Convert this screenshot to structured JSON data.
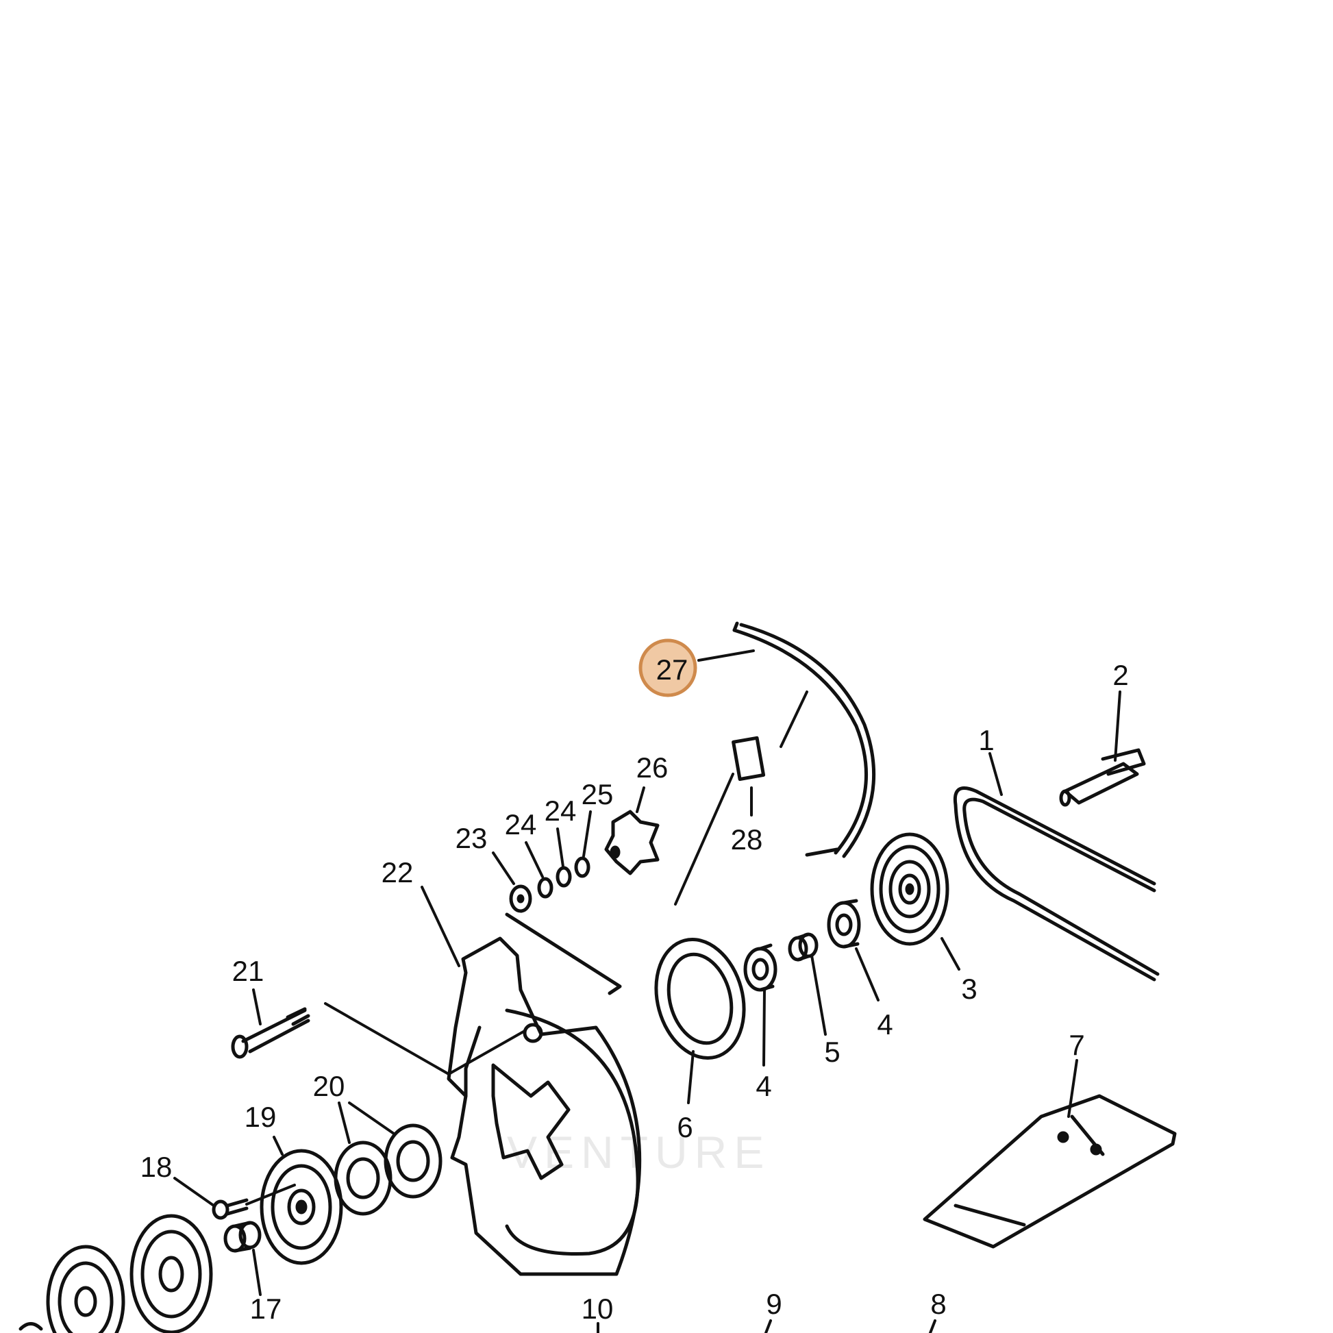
{
  "diagram": {
    "highlight_color": "#f0c9a4",
    "highlight_stroke": "#cf8a4c",
    "line_color": "#111111",
    "watermark": "VENTURE",
    "callouts": [
      {
        "id": "1",
        "label": "1"
      },
      {
        "id": "2",
        "label": "2"
      },
      {
        "id": "3",
        "label": "3"
      },
      {
        "id": "4a",
        "label": "4"
      },
      {
        "id": "4b",
        "label": "4"
      },
      {
        "id": "5",
        "label": "5"
      },
      {
        "id": "6",
        "label": "6"
      },
      {
        "id": "7",
        "label": "7"
      },
      {
        "id": "8",
        "label": "8"
      },
      {
        "id": "9",
        "label": "9"
      },
      {
        "id": "10",
        "label": "10"
      },
      {
        "id": "17",
        "label": "17"
      },
      {
        "id": "18",
        "label": "18"
      },
      {
        "id": "19",
        "label": "19"
      },
      {
        "id": "20",
        "label": "20"
      },
      {
        "id": "21",
        "label": "21"
      },
      {
        "id": "22",
        "label": "22"
      },
      {
        "id": "23",
        "label": "23"
      },
      {
        "id": "24a",
        "label": "24"
      },
      {
        "id": "24b",
        "label": "24"
      },
      {
        "id": "25",
        "label": "25"
      },
      {
        "id": "26",
        "label": "26"
      },
      {
        "id": "27",
        "label": "27",
        "highlighted": true
      },
      {
        "id": "28",
        "label": "28"
      }
    ]
  }
}
